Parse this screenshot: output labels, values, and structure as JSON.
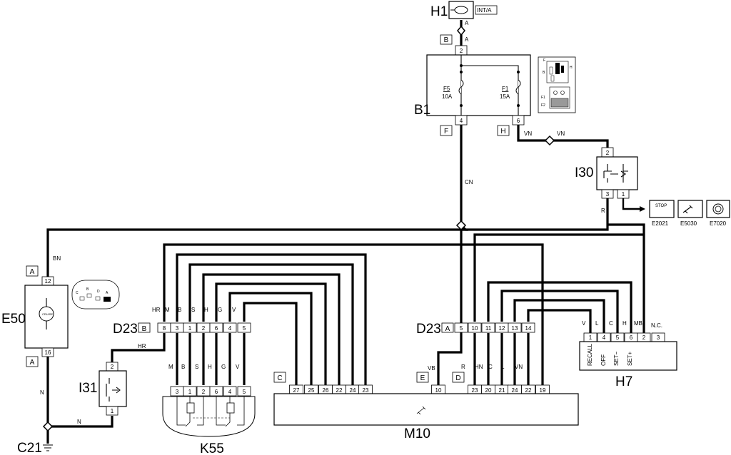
{
  "components": {
    "h1": {
      "label": "H1",
      "tag": "INT/A"
    },
    "b1": {
      "label": "B1",
      "fuse_f5_name": "F5",
      "fuse_f5_rating": "10A",
      "fuse_f1_name": "F1",
      "fuse_f1_rating": "15A",
      "inset_labels": [
        "F",
        "B",
        "H",
        "F1",
        "F2"
      ]
    },
    "i30": {
      "label": "I30"
    },
    "e50": {
      "label": "E50",
      "icon_text": "CRUISE"
    },
    "e50_inset_labels": [
      "C",
      "B",
      "D",
      "A"
    ],
    "i31": {
      "label": "I31"
    },
    "c21": {
      "label": "C21"
    },
    "k55": {
      "label": "K55"
    },
    "m10": {
      "label": "M10"
    },
    "h7": {
      "label": "H7",
      "nc": "N.C."
    },
    "d23b": {
      "label": "D23"
    },
    "d23a": {
      "label": "D23"
    },
    "e2021": {
      "label": "E2021",
      "icon_text": "STOP"
    },
    "e5030": {
      "label": "E5030"
    },
    "e7020": {
      "label": "E7020"
    }
  },
  "connector_tags": {
    "b1_in": "B",
    "b1_f": "F",
    "b1_h": "H",
    "e50_top": "A",
    "e50_bottom": "A",
    "d23b": "B",
    "d23a": "A",
    "m10_c": "C",
    "m10_e": "E",
    "m10_d": "D"
  },
  "wire_colors": {
    "h1_a1": "A",
    "h1_a2": "A",
    "cn": "CN",
    "vn1": "VN",
    "vn2": "VN",
    "r": "R",
    "bn": "BN",
    "n1": "N",
    "n2": "N",
    "hr_left": "HR",
    "vb": "VB",
    "d23b_top": [
      "HR",
      "M",
      "B",
      "S",
      "H",
      "G",
      "V"
    ],
    "d23b_bottom": [
      "M",
      "B",
      "S",
      "H",
      "G",
      "V"
    ],
    "d23a_bottom": [
      "R",
      "HN",
      "C",
      "L",
      "VN"
    ],
    "h7_top": [
      "V",
      "L",
      "C",
      "H",
      "MB"
    ]
  },
  "pins": {
    "h1": "2",
    "b1_in": "2",
    "b1_f": "4",
    "b1_h": "6",
    "i30_top": "2",
    "i30_b1": "3",
    "i30_b2": "1",
    "e50_top": "12",
    "e50_bottom": "16",
    "i31_top": "2",
    "i31_bottom": "1",
    "d23b": [
      "8",
      "3",
      "1",
      "2",
      "6",
      "4",
      "5"
    ],
    "k55": [
      "3",
      "1",
      "2",
      "6",
      "4",
      "5"
    ],
    "d23a": [
      "5",
      "10",
      "11",
      "12",
      "13",
      "14"
    ],
    "m10_c": [
      "27",
      "25",
      "26",
      "22",
      "24",
      "23"
    ],
    "m10_e": [
      "10"
    ],
    "m10_d": [
      "23",
      "20",
      "21",
      "24",
      "22",
      "19"
    ],
    "h7": [
      "1",
      "4",
      "5",
      "6",
      "2",
      "3"
    ]
  },
  "h7_buttons": [
    "RECALL",
    "OFF",
    "SET−",
    "SET+"
  ]
}
